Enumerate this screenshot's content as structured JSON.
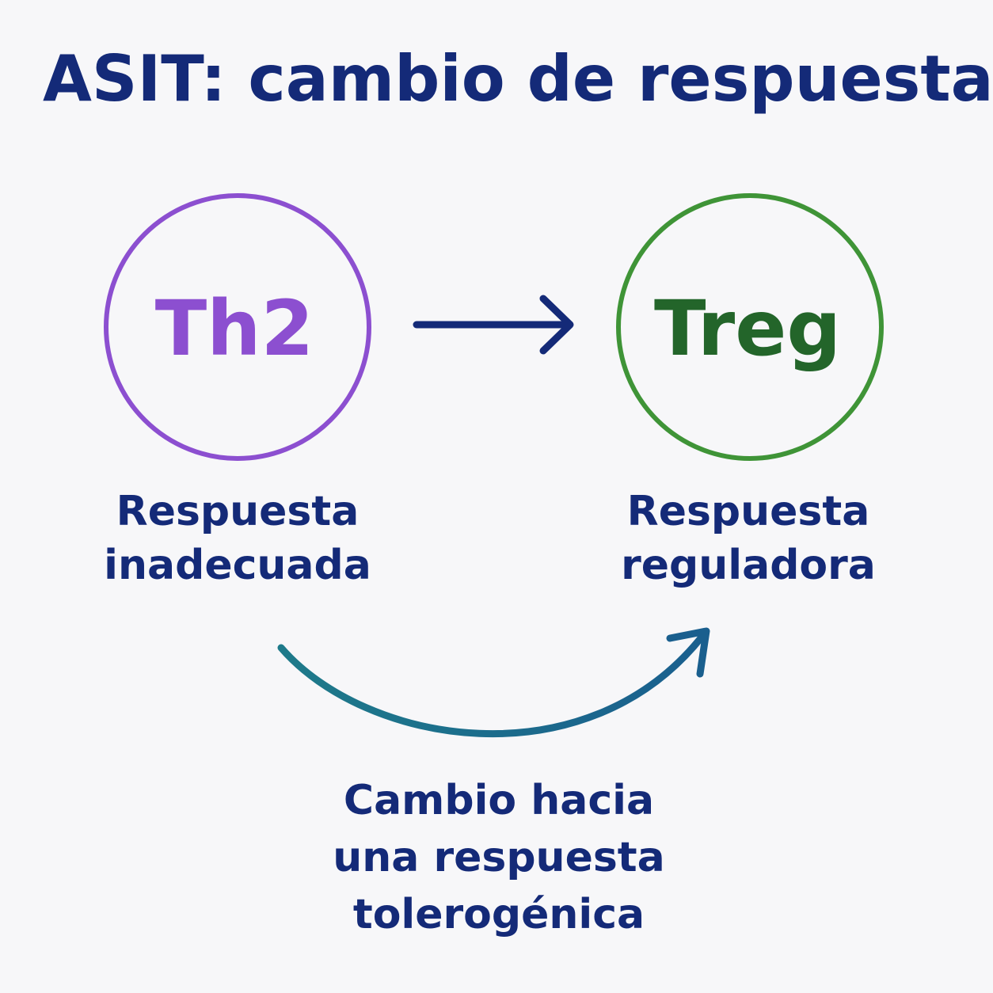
{
  "title": "ASIT: cambio de respuesta",
  "colors": {
    "title": "#142a78",
    "th2": "#8c4fd0",
    "treg_ring": "#3f9437",
    "treg_text": "#23652a",
    "arrow": "#142a78",
    "curve": "#1f6e8c",
    "caption": "#142a78"
  },
  "nodes": {
    "left": {
      "label": "Th2",
      "caption_line1": "Respuesta",
      "caption_line2": "inadecuada"
    },
    "right": {
      "label": "Treg",
      "caption_line1": "Respuesta",
      "caption_line2": "reguladora"
    }
  },
  "bottom_caption": {
    "line1": "Cambio hacia",
    "line2": "una respuesta",
    "line3": "tolerogénica"
  }
}
